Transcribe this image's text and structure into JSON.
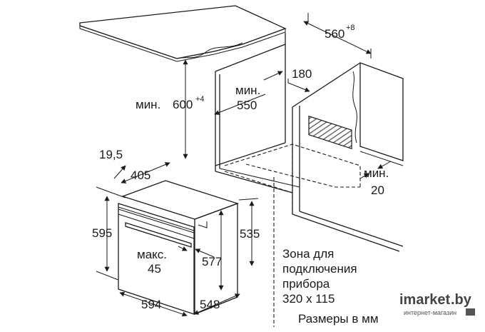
{
  "labels": {
    "depth_top_value": "560",
    "depth_top_tol": "+8",
    "min_height_prefix": "мин.",
    "min_height_value": "600",
    "min_height_tol": "+4",
    "min_depth_line1": "мин.",
    "min_depth_line2": "550",
    "vent_width": "180",
    "gap_line1": "мин.",
    "gap_line2": "20",
    "panel_thickness": "19,5",
    "oven_depth_body": "405",
    "oven_height_total": "595",
    "oven_height_body": "535",
    "oven_height_niche": "577",
    "handle_line1": "макс.",
    "handle_line2": "45",
    "oven_width": "594",
    "oven_depth_total": "548"
  },
  "note": {
    "line1": "Зона для",
    "line2": "подключения",
    "line3": "прибора",
    "line4": "320 x 115",
    "units": "Размеры в мм"
  },
  "watermark": {
    "brand_a": "imarket",
    "brand_b": ".by",
    "tagline": "интернет-магазин"
  },
  "colors": {
    "line": "#1a1a1a",
    "countertop": "#ededed",
    "cabinet_right": "#f2f2f2",
    "hatch": "#555555",
    "watermark_text": "#444444"
  }
}
